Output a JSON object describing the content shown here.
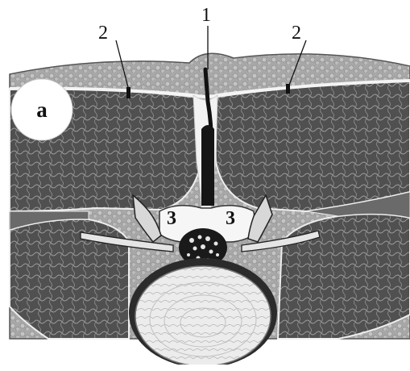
{
  "figure": {
    "panel_label": "a",
    "labels": {
      "label_1": "1",
      "label_2_left": "2",
      "label_2_right": "2",
      "label_3_left": "3",
      "label_3_right": "3"
    },
    "colors": {
      "muscle": "#4f4f4f",
      "fat_band": "#a9a9a9",
      "septum": "#f2f2f2",
      "bone": "#f5f5f5",
      "black_line": "#111111"
    }
  }
}
